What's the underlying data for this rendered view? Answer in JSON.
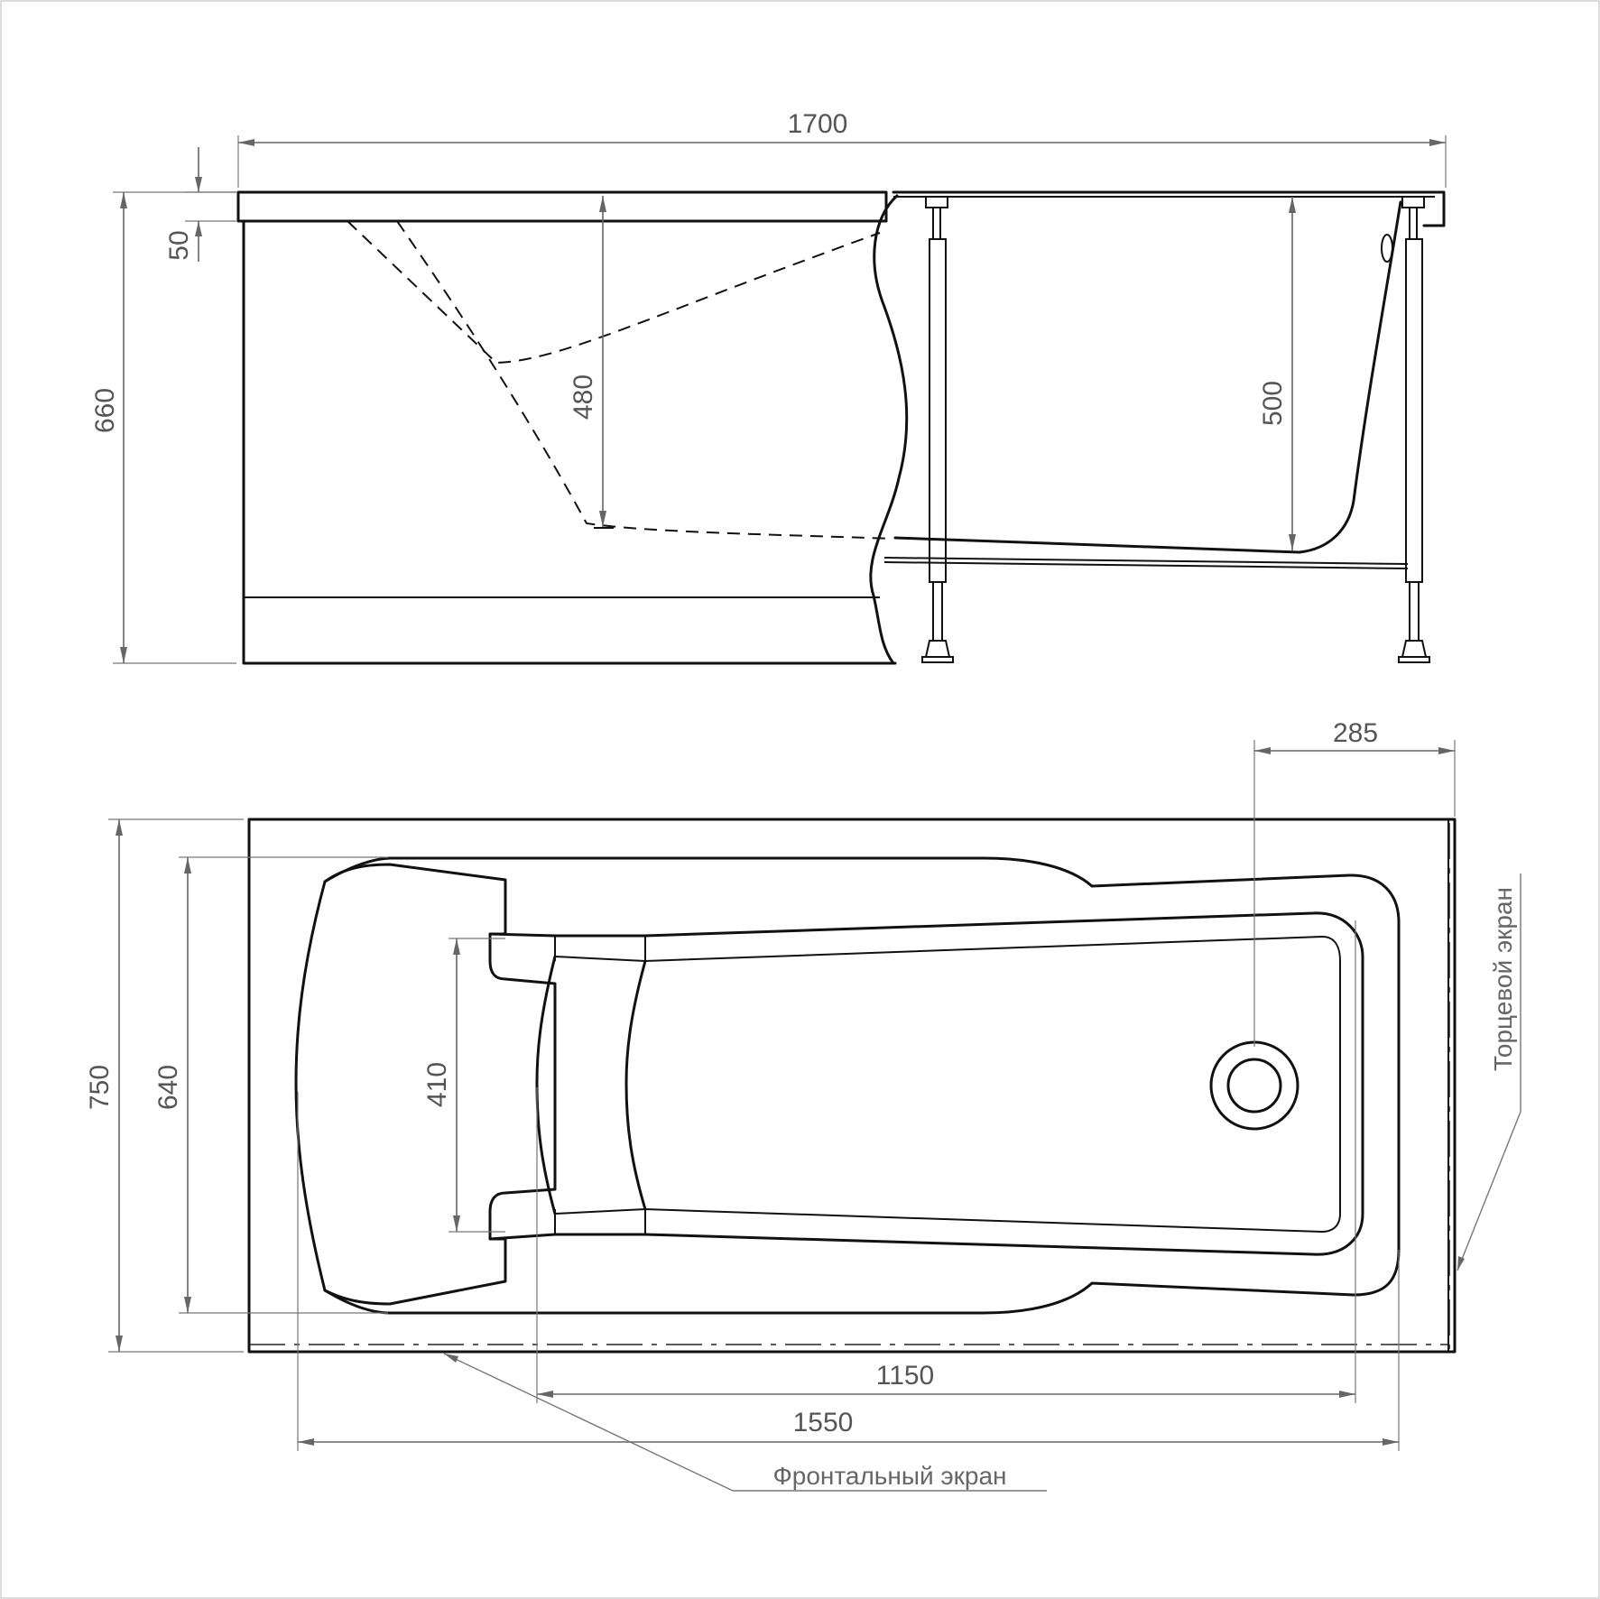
{
  "drawing": {
    "side_view": {
      "dimensions": {
        "overall_length": "1700",
        "rim_thickness": "50",
        "overall_height": "660",
        "depth_head_end": "480",
        "depth_drain_end": "500"
      }
    },
    "top_view": {
      "dimensions": {
        "drain_offset": "285",
        "overall_width": "750",
        "inner_width": "640",
        "seat_width": "410",
        "bottom_length": "1150",
        "inner_length": "1550"
      },
      "notes": {
        "front_panel": "Фронтальный экран",
        "end_panel": "Торцевой экран"
      }
    }
  },
  "colors": {
    "line": "#111111",
    "dimension": "#666666",
    "background": "#ffffff"
  }
}
